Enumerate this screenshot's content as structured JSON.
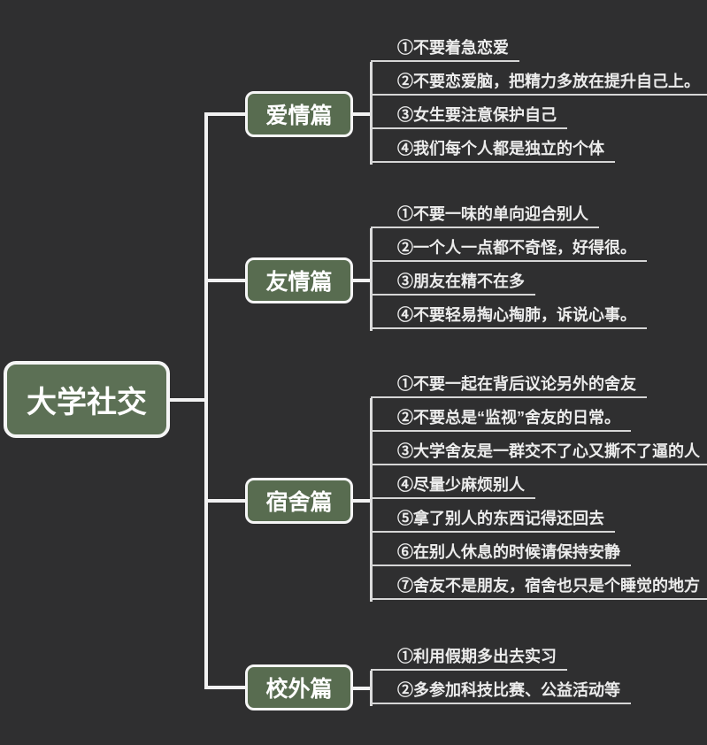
{
  "root": {
    "label": "大学社交"
  },
  "branches": [
    {
      "label": "爱情篇",
      "items": [
        "①不要着急恋爱",
        "②不要恋爱脑，把精力多放在提升自己上。",
        "③女生要注意保护自己",
        "④我们每个人都是独立的个体"
      ]
    },
    {
      "label": "友情篇",
      "items": [
        "①不要一味的单向迎合别人",
        "②一个人一点都不奇怪，好得很。",
        "③朋友在精不在多",
        "④不要轻易掏心掏肺，诉说心事。"
      ]
    },
    {
      "label": "宿舍篇",
      "items": [
        "①不要一起在背后议论另外的舍友",
        "②不要总是“监视”舍友的日常。",
        "③大学舍友是一群交不了心又撕不了逼的人",
        "④尽量少麻烦别人",
        "⑤拿了别人的东西记得还回去",
        "⑥在别人休息的时候请保持安静",
        "⑦舍友不是朋友，宿舍也只是个睡觉的地方"
      ]
    },
    {
      "label": "校外篇",
      "items": [
        "①利用假期多出去实习",
        "②多参加科技比赛、公益活动等"
      ]
    }
  ],
  "colors": {
    "background": "#2f2f30",
    "node_fill_green": "#586c50",
    "node_border": "#f5f5f5",
    "connector_line": "#f2f2f2",
    "underline": "#d6d6d6",
    "leaf_text": "#ececec"
  }
}
